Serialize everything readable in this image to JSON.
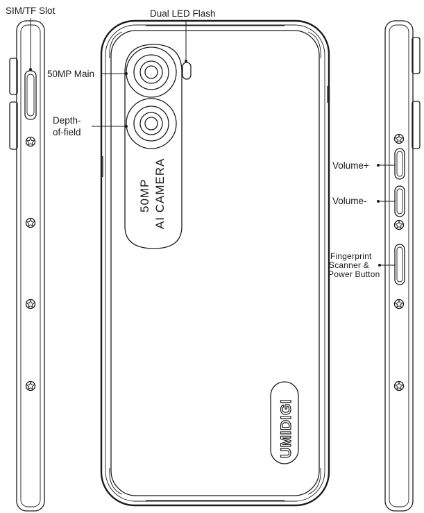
{
  "labels": {
    "sim_slot": "SIM/TF Slot",
    "dual_led_flash": "Dual LED Flash",
    "main_camera": "50MP Main",
    "depth_line1": "Depth-",
    "depth_line2": "of-field",
    "volume_up": "Volume+",
    "volume_down": "Volume-",
    "fingerprint_line1": "Fingerprint",
    "fingerprint_line2": "Scanner &",
    "fingerprint_line3": "Power Button"
  },
  "camera_module": {
    "line1": "50MP",
    "line2": "AI CAMERA"
  },
  "brand_logo": "UMIDIGI"
}
